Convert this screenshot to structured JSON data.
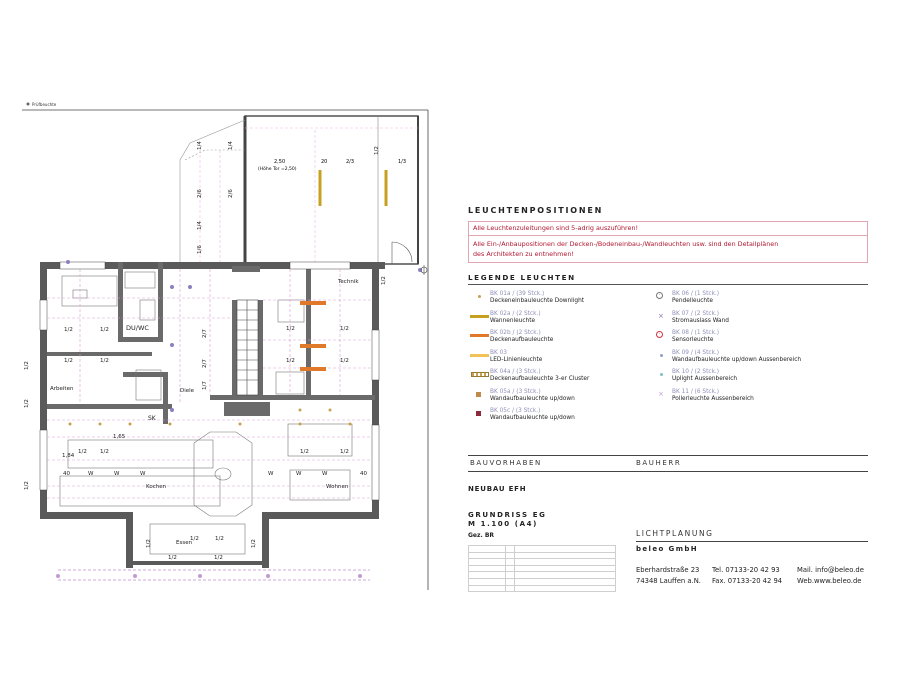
{
  "drawing": {
    "corner_note": "Prüfbeuchte",
    "rooms": {
      "technik": "Technik",
      "du_wc": "DU/WC",
      "arbeiten": "Arbeiten",
      "diele": "Diele",
      "kochen": "Kochen",
      "wohnen": "Wohnen",
      "essen": "Essen",
      "sk": "SK"
    },
    "garage_dim": "2,50",
    "garage_door": "(Höhe Tor =2,50)",
    "dim_20": "20",
    "dim_23": "2/3",
    "dim_13": "1/3",
    "half": "1/2",
    "quarter": "1/4",
    "two_sixth": "2/6",
    "one_sixth": "1/6",
    "two_seventh": "2/7",
    "one_seventh": "1/7",
    "dim_40": "40",
    "dim_w": "W",
    "dim_165": "1,65",
    "dim_184": "1,84"
  },
  "legend_panel": {
    "title": "LEUCHTENPOSITIONEN",
    "note1": "Alle Leuchtenzuleitungen sind 5-adrig auszuführen!",
    "note2_line1": "Alle Ein-/Anbaupositionen der Decken-/Bodeneinbau-/Wandleuchten usw. sind den Detailplänen",
    "note2_line2": "des Architekten zu entnehmen!",
    "heading": "LEGENDE LEUCHTEN",
    "items": [
      {
        "code": "BK 01a / (39 Stck.)",
        "desc": "Deckeneinbauleuchte Downlight",
        "symbol": "dot",
        "color": "#c9a24e"
      },
      {
        "code": "BK 06 / (1 Stck.)",
        "desc": "Pendelleuchte",
        "symbol": "circle",
        "color": "#777777"
      },
      {
        "code": "BK 02a / (2 Stck.)",
        "desc": "Wannenleuchte",
        "symbol": "bar",
        "color": "#c8a020"
      },
      {
        "code": "BK 07 / (2 Stck.)",
        "desc": "Stromauslass Wand",
        "symbol": "x",
        "color": "#8a6fa8"
      },
      {
        "code": "BK 02b / (2 Stck.)",
        "desc": "Deckenaufbauleuchte",
        "symbol": "bar",
        "color": "#e07a2a"
      },
      {
        "code": "BK 08 / (1 Stck.)",
        "desc": "Sensorleuchte",
        "symbol": "circle",
        "color": "#cc3344"
      },
      {
        "code": "BK 03",
        "desc": "LED-Linienleuchte",
        "symbol": "bar",
        "color": "#f2c15a"
      },
      {
        "code": "BK 09 / (4 Stck.)",
        "desc": "Wandaufbauleuchte up/down Aussenbereich",
        "symbol": "dot",
        "color": "#8fa0c8"
      },
      {
        "code": "BK 04a / (3 Stck.)",
        "desc": "Deckenaufbauleuchte 3-er Cluster",
        "symbol": "pattern",
        "color": "#c9a24e"
      },
      {
        "code": "BK 10 / (2 Stck.)",
        "desc": "Uplight Aussenbereich",
        "symbol": "dot",
        "color": "#7fc1c2"
      },
      {
        "code": "BK 05a / (3 Stck.)",
        "desc": "Wandaufbauleuchte up/down",
        "symbol": "square",
        "color": "#c08a4a"
      },
      {
        "code": "BK 11 / (6 Stck.)",
        "desc": "Pollerleuchte Aussenbereich",
        "symbol": "x",
        "color": "#c59ad4"
      },
      {
        "code": "BK 05c / (3 Stck.)",
        "desc": "Wandaufbauleuchte up/down",
        "symbol": "square",
        "color": "#8a2a3a"
      }
    ]
  },
  "titleblock": {
    "bauvorhaben": "BAUVORHABEN",
    "bauherr": "BAUHERR",
    "project": "NEUBAU EFH",
    "plan_line1": "GRUNDRISS EG",
    "plan_line2": "M 1.100 (A4)",
    "drawn": "Gez. BR",
    "lichtplanung": "LICHTPLANUNG",
    "company": "beleo GmbH",
    "street": "Eberhardstraße 23",
    "city": "74348 Lauffen a.N.",
    "tel": "Tel. 07133-20 42 93",
    "fax": "Fax. 07133-20 42 94",
    "mail": "Mail. info@beleo.de",
    "web": "Web.www.beleo.de"
  }
}
